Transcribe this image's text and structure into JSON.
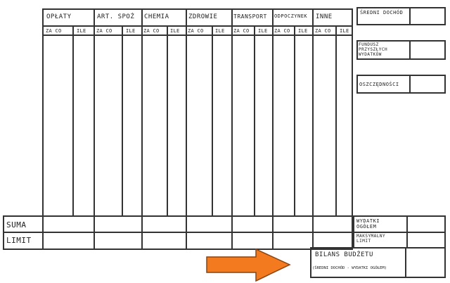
{
  "categories": [
    {
      "label": "OPŁATY"
    },
    {
      "label": "ART. SPOŻ"
    },
    {
      "label": "CHEMIA"
    },
    {
      "label": "ZDROWIE"
    },
    {
      "label": "TRANSPORT"
    },
    {
      "label": "ODPOCZYNEK"
    },
    {
      "label": "INNE"
    }
  ],
  "sub_headers": {
    "what": "ZA CO",
    "how_much": "ILE"
  },
  "rows": {
    "sum": "SUMA",
    "limit": "LIMIT"
  },
  "side_panel": {
    "avg_income": "ŚREDNI DOCHÓD",
    "fund": "FUNDUSZ PRZYSZŁYCH WYDATKÓW",
    "savings": "OSZCZĘDNOŚCI",
    "total_expenses": "WYDATKI OGÓŁEM",
    "max_limit": "MAKSYMALNY LIMIT"
  },
  "balance": {
    "title": "BILANS BUDŻETU",
    "formula": "(ŚREDNI DOCHÓD - WYDATKI OGÓŁEM)"
  },
  "colors": {
    "ink": "#333333",
    "arrow": "#f47a20"
  }
}
